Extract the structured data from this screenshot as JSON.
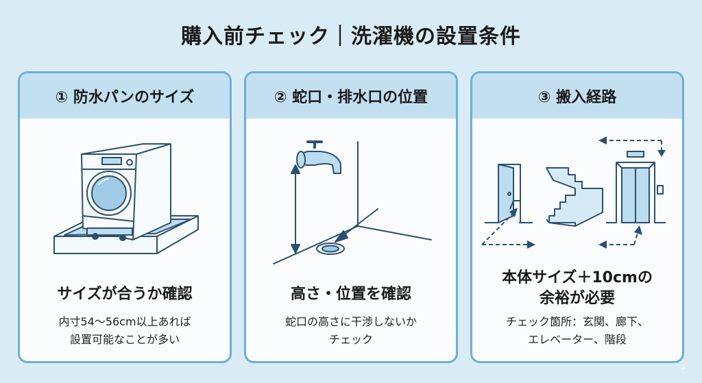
{
  "title": "購入前チェック｜洗濯機の設置条件",
  "cards": [
    {
      "header": "① 防水パンのサイズ",
      "illustration": "washing-machine-on-pan",
      "main": "サイズが合うか確認",
      "sub_lines": [
        "内寸54〜56cm以上あれば",
        "設置可能なことが多い"
      ]
    },
    {
      "header": "② 蛇口・排水口の位置",
      "illustration": "faucet-and-drain",
      "main": "高さ・位置を確認",
      "sub_lines": [
        "蛇口の高さに干渉しないか",
        "チェック"
      ]
    },
    {
      "header": "③ 搬入経路",
      "illustration": "door-stairs-elevator",
      "main_lines": [
        "本体サイズ＋10cmの",
        "余裕が必要"
      ],
      "sub_lines": [
        "チェック箇所：玄関、廊下、",
        "エレベーター、階段"
      ]
    }
  ],
  "colors": {
    "background": "#d9ecf5",
    "card_border": "#6eaed6",
    "card_header": "#c3e0f0",
    "line_art": "#2c4f6e",
    "fill_light": "#bcdcef"
  }
}
